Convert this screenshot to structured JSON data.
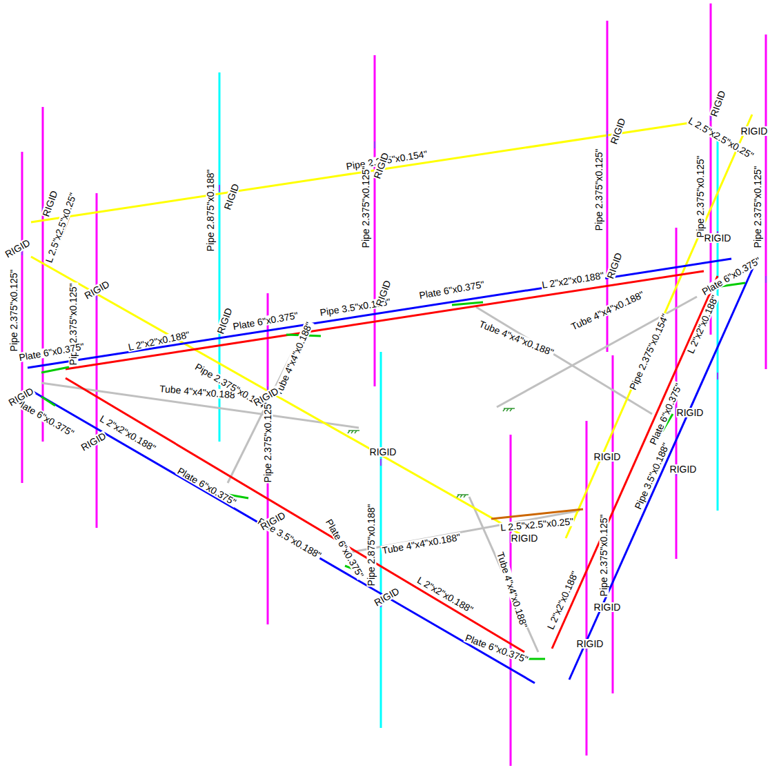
{
  "diagram": {
    "labels": [
      "Pipe 2.375\"x0.154\"",
      "Pipe 2.875\"x0.188\"",
      "Pipe 2.375\"x0.125\"",
      "Pipe 2.375\"x0.125\"",
      "Pipe 2.375\"x0.125\"",
      "Pipe 2.375\"x0.125\"",
      "Pipe 2.375\"x0.125\"",
      "Pipe 2.375\"x0.125\"",
      "L 2.5\"x2.5\"x0.25\"",
      "L 2.5\"x2.5\"x0.25\"",
      "L 2.5\"x2.5\"x0.25\"",
      "L 2\"x2\"x0.188\"",
      "L 2\"x2\"x0.188\"",
      "L 2\"x2\"x0.188\"",
      "L 2\"x2\"x0.188\"",
      "L 2\"x2\"x0.188\"",
      "L 2\"x2\"x0.188\"",
      "Pipe 3.5\"x0.188\"",
      "Pipe 3.5\"x0.188\"",
      "Pipe 3.5\"x0.188\"",
      "Tube 4\"x4\"x0.188\"",
      "Tube 4\"x4\"x0.188\"",
      "Tube 4\"x4\"x0.188\"",
      "Tube 4\"x4\"x0.188\"",
      "Tube 4\"x4\"x0.188\"",
      "Tube 4\"x4\"x0.188\"",
      "Pipe 2.375\"x0.154\"",
      "Pipe 2.375\"x0.154\"",
      "Plate 6\"x0.375\"",
      "Plate 6\"x0.375\"",
      "Plate 6\"x0.375\"",
      "Plate 6\"x0.375\"",
      "Plate 6\"x0.375\"",
      "Plate 6\"x0.375\"",
      "Plate 6\"x0.375\"",
      "Plate 6\"x0.375\"",
      "Plate 6\"x0.375\"",
      "Pipe 2.875\"x0.188\"",
      "Pipe 2.375\"x0.125\"",
      "Pipe 2.375\"x0.125\"",
      "RIGID",
      "RIGID",
      "RIGID",
      "RIGID",
      "RIGID",
      "RIGID",
      "RIGID",
      "RIGID",
      "RIGID",
      "RIGID",
      "RIGID",
      "RIGID",
      "RIGID",
      "RIGID",
      "RIGID",
      "RIGID",
      "RIGID",
      "RIGID",
      "RIGID",
      "RIGID",
      "RIGID",
      "RIGID",
      "RIGID",
      "RIGID"
    ]
  }
}
